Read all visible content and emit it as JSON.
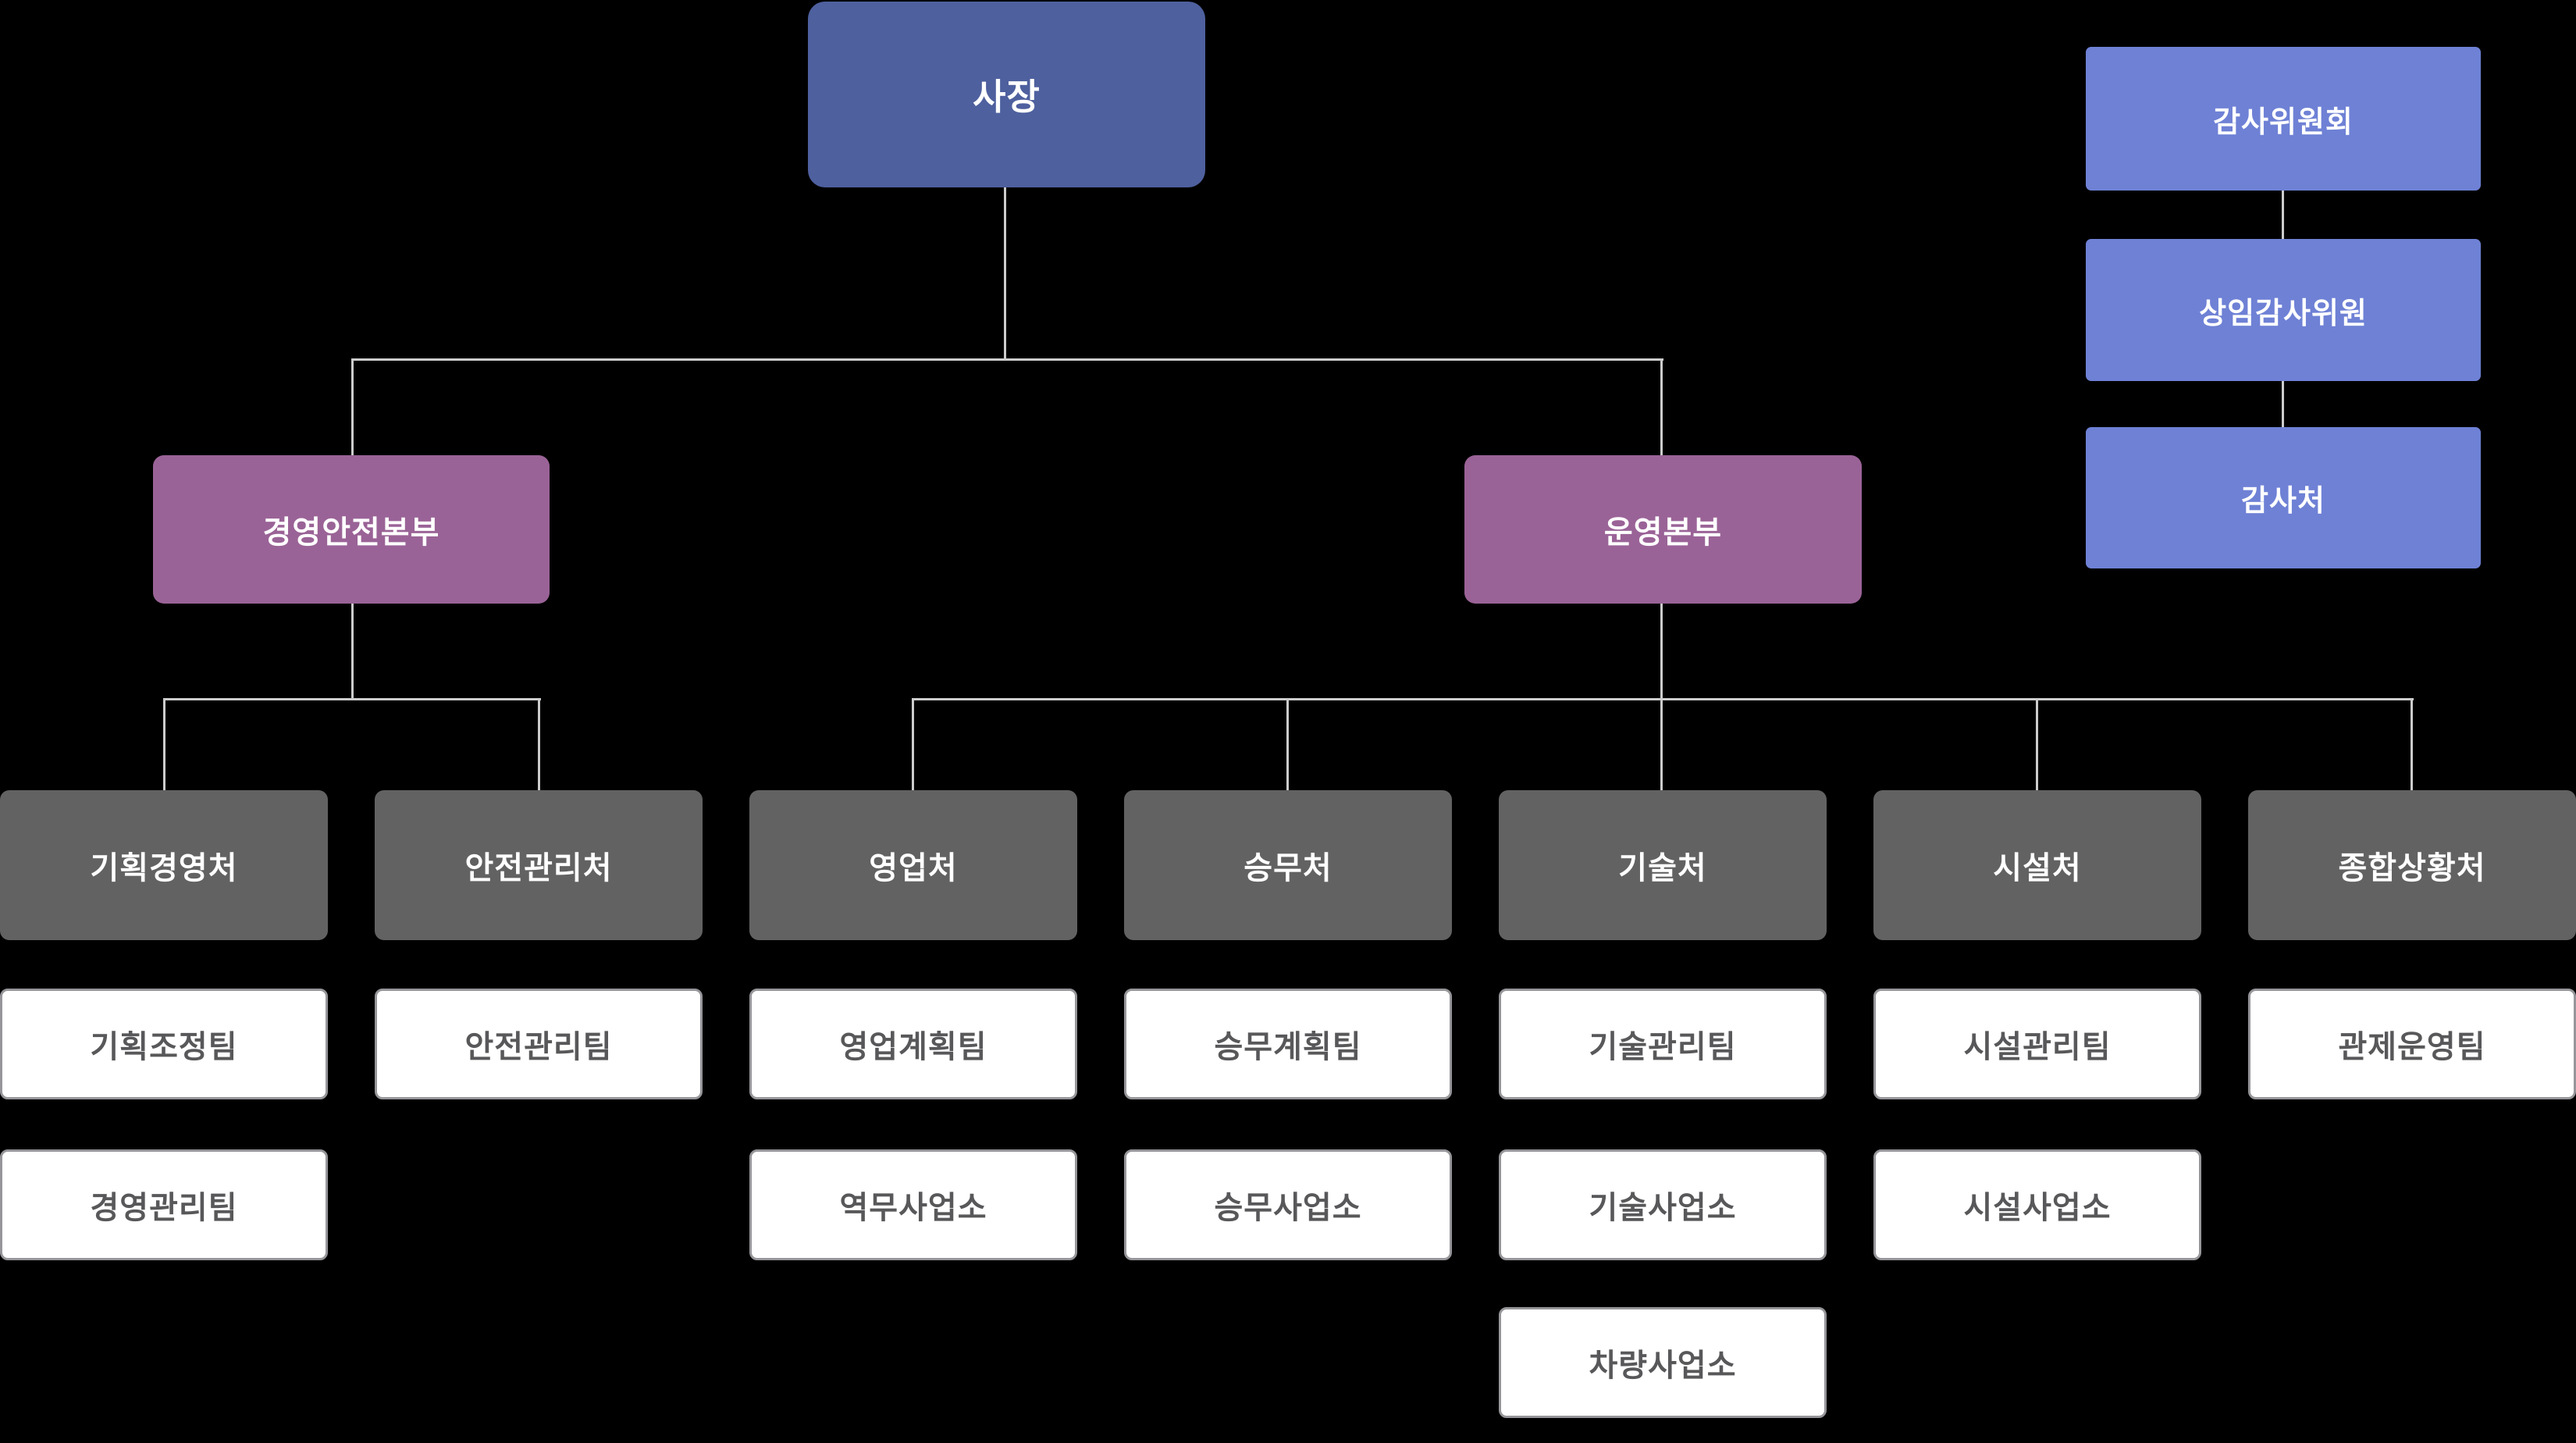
{
  "org": {
    "root": {
      "label": "사장"
    },
    "audit_chain": [
      {
        "label": "감사위원회"
      },
      {
        "label": "상임감사위원"
      },
      {
        "label": "감사처"
      }
    ],
    "headquarters": [
      {
        "label": "경영안전본부"
      },
      {
        "label": "운영본부"
      }
    ],
    "offices": [
      {
        "label": "기획경영처"
      },
      {
        "label": "안전관리처"
      },
      {
        "label": "영업처"
      },
      {
        "label": "승무처"
      },
      {
        "label": "기술처"
      },
      {
        "label": "시설처"
      },
      {
        "label": "종합상황처"
      }
    ],
    "teams": [
      {
        "label": "기획조정팀"
      },
      {
        "label": "안전관리팀"
      },
      {
        "label": "영업계획팀"
      },
      {
        "label": "승무계획팀"
      },
      {
        "label": "기술관리팀"
      },
      {
        "label": "시설관리팀"
      },
      {
        "label": "관제운영팀"
      }
    ],
    "sub_units": [
      {
        "label": "경영관리팀"
      },
      {
        "label": "역무사업소"
      },
      {
        "label": "승무사업소"
      },
      {
        "label": "기술사업소"
      },
      {
        "label": "시설사업소"
      }
    ],
    "depot": {
      "label": "차량사업소"
    }
  },
  "colors": {
    "background": "#000000",
    "root_box": "#4E609E",
    "audit_box": "#6E81D5",
    "headquarters_box": "#9A6397",
    "office_box": "#626262",
    "team_box_background": "#FFFFFF",
    "team_box_border": "#96969A",
    "team_text": "#58585A",
    "connector_line": "#CCCCCC",
    "box_text": "#FFFFFF"
  }
}
